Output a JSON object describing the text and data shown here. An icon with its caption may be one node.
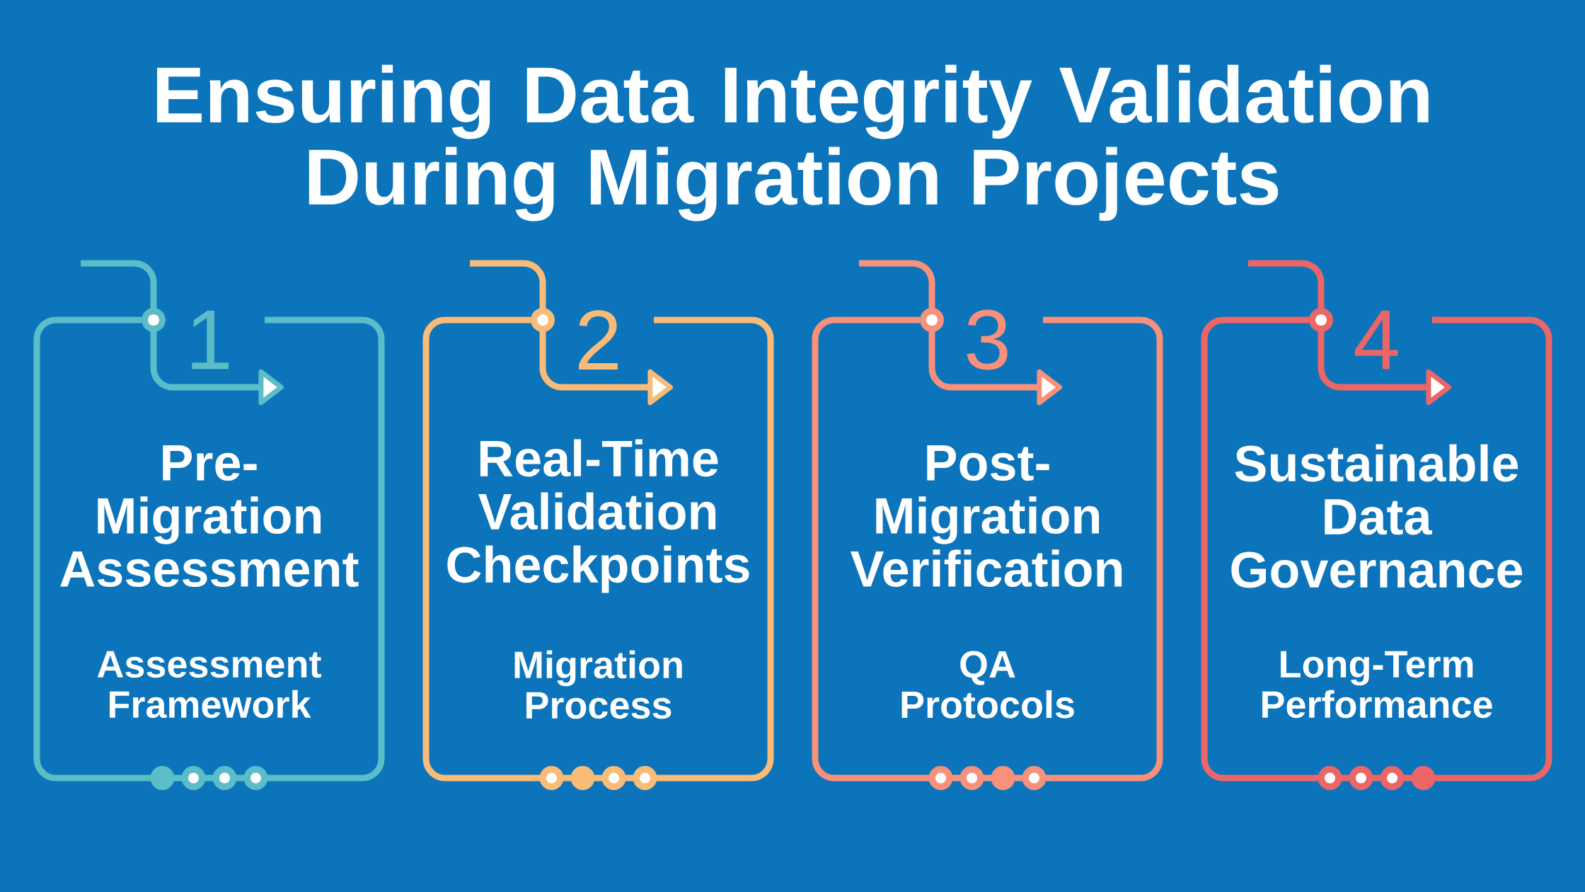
{
  "diagram": {
    "title": "Ensuring Data Integrity Validation During Migration Projects",
    "nodes": [
      {
        "text": [
          "1",
          "Pre-Migration Assessment",
          "Assessment Framework"
        ]
      },
      {
        "text": [
          "2",
          "Real-Time Validation Checkpoints",
          "Migration Process"
        ]
      },
      {
        "text": [
          "3",
          "Post-Migration Verification",
          "QA Protocols"
        ]
      },
      {
        "text": [
          "4",
          "Sustainable Data Governance",
          "Long-Term Performance"
        ]
      }
    ]
  }
}
